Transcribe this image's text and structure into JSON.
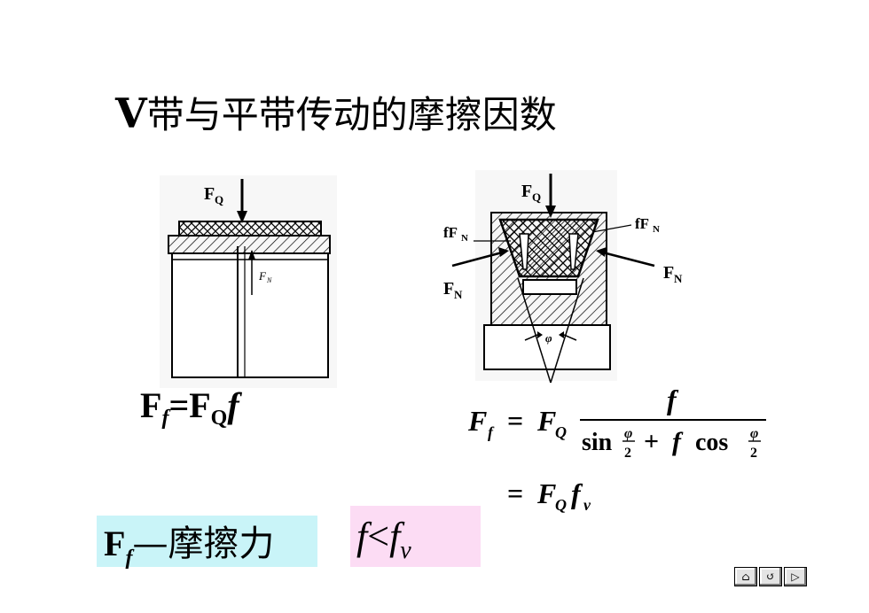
{
  "title": {
    "prefix": "V",
    "rest": "带与平带传动的摩擦因数"
  },
  "figure_left": {
    "load_label": "F",
    "load_sub": "Q",
    "normal_label": "F",
    "normal_sub": "N"
  },
  "figure_right": {
    "load_label": "F",
    "load_sub": "Q",
    "friction_left": "fF",
    "friction_left_sub": "N",
    "friction_right": "fF",
    "friction_right_sub": "N",
    "normal_left": "F",
    "normal_left_sub": "N",
    "normal_right": "F",
    "normal_right_sub": "N",
    "angle_symbol": "φ"
  },
  "formula_flat": {
    "lhs": "F",
    "lhs_sub": "f",
    "eq": "=F",
    "q_sub": "Q",
    "f": "f"
  },
  "formula_v": {
    "lhs": "F",
    "lhs_sub": "f",
    "eq": "=",
    "fq": "F",
    "fq_sub": "Q",
    "numerator": "f",
    "sin": "sin",
    "plus": "+",
    "f2": "f",
    "cos": "cos",
    "phi": "φ",
    "two": "2",
    "eq2": "=",
    "fq2": "F",
    "fq2_sub": "Q",
    "fv": "f",
    "fv_sub": "v"
  },
  "definition": {
    "symbol": "F",
    "sub": "f",
    "text": "—摩擦力"
  },
  "inequality": {
    "lhs": "f",
    "op": "<",
    "rhs": "f",
    "rhs_sub": "v"
  },
  "nav": {
    "home": "⌂",
    "back": "↺",
    "next": "▷"
  }
}
